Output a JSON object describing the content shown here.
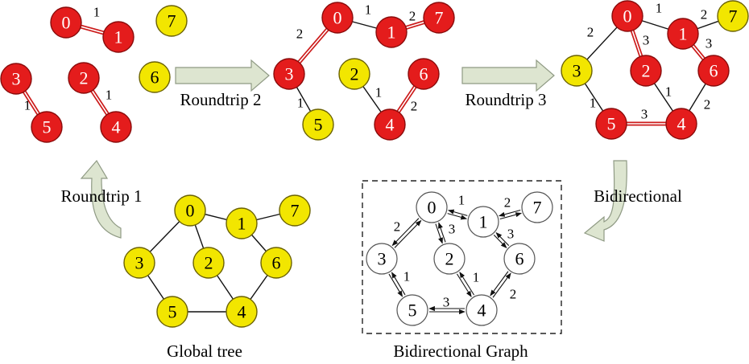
{
  "captions": {
    "roundtrip1": "Roundtrip 1",
    "roundtrip2": "Roundtrip 2",
    "roundtrip3": "Roundtrip 3",
    "bidirectional": "Bidirectional",
    "global_tree": "Global tree",
    "bidirectional_graph": "Bidirectional Graph"
  },
  "node_labels": [
    "0",
    "1",
    "2",
    "3",
    "4",
    "5",
    "6",
    "7"
  ],
  "weights": {
    "e01": "1",
    "e17": "2",
    "e03": "2",
    "e02": "3",
    "e16": "3",
    "e35": "1",
    "e24": "1",
    "e46": "2",
    "e54": "3"
  },
  "colors": {
    "red": "#e41c1c",
    "yellow": "#f2e600",
    "edge_red": "#cc1b1b",
    "arrow_fill": "#dde5d0"
  }
}
